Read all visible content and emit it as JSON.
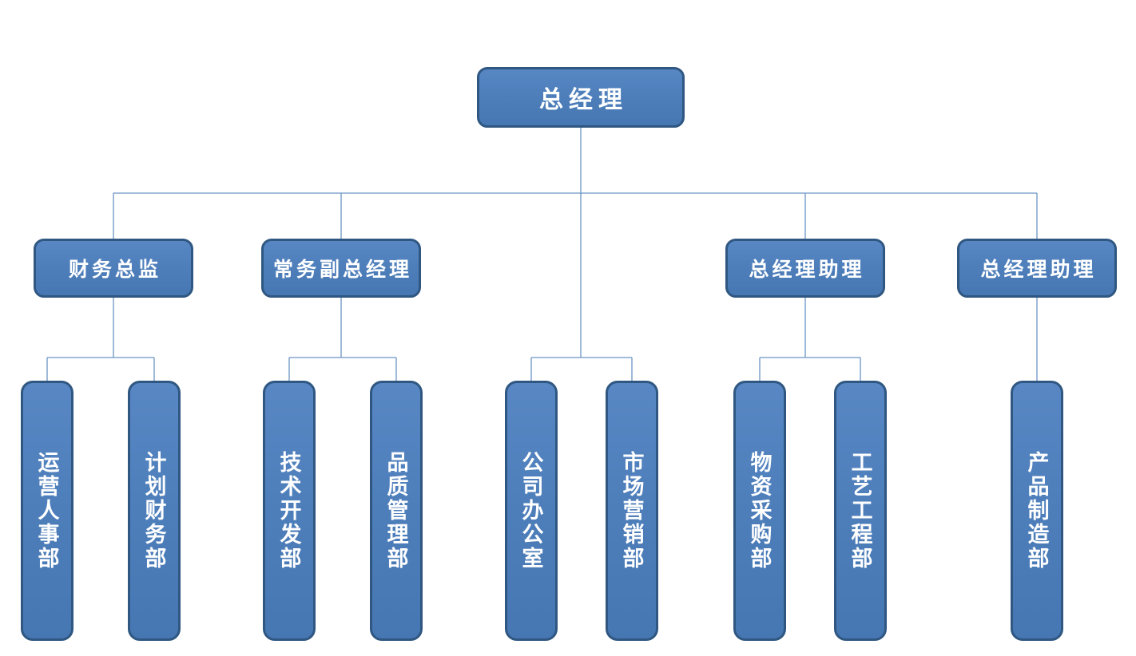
{
  "org": {
    "root": {
      "label": "总经理"
    },
    "managers": [
      {
        "label": "财务总监"
      },
      {
        "label": "常务副总经理"
      },
      {
        "label": "总经理助理"
      },
      {
        "label": "总经理助理"
      }
    ],
    "departments": [
      {
        "label": "运营人事部",
        "parent": "财务总监"
      },
      {
        "label": "计划财务部",
        "parent": "财务总监"
      },
      {
        "label": "技术开发部",
        "parent": "常务副总经理"
      },
      {
        "label": "品质管理部",
        "parent": "常务副总经理"
      },
      {
        "label": "公司办公室",
        "parent": "总经理"
      },
      {
        "label": "市场营销部",
        "parent": "总经理"
      },
      {
        "label": "物资采购部",
        "parent": "总经理助理"
      },
      {
        "label": "工艺工程部",
        "parent": "总经理助理"
      },
      {
        "label": "产品制造部",
        "parent": "总经理助理"
      }
    ],
    "colors": {
      "box_fill": "#4f81bd",
      "box_border": "#2f5781",
      "connector": "#6b95c4",
      "text": "#ffffff",
      "background": "#ffffff"
    }
  }
}
